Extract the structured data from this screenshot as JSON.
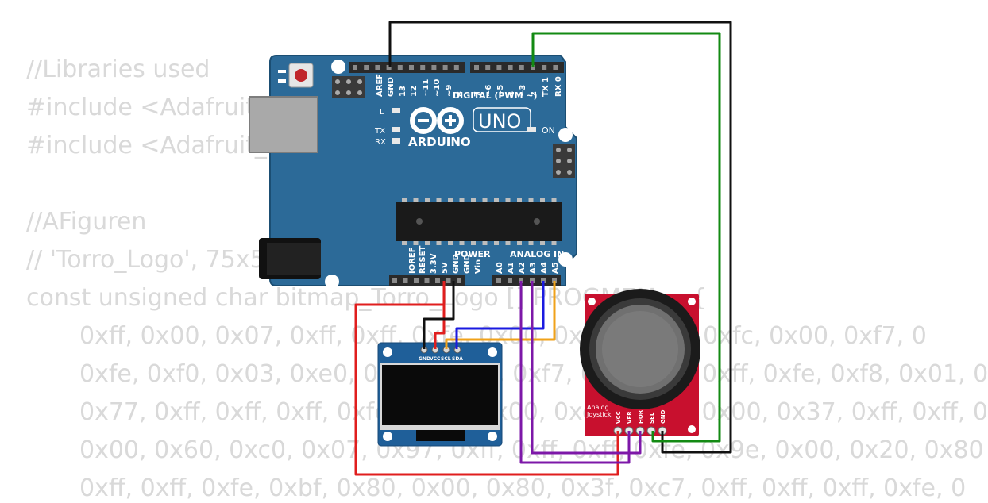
{
  "code_lines": [
    "//Libraries used",
    "#include <Adafruit_",
    "#include <Adafruit_S",
    "",
    "//AFiguren",
    "// 'Torro_Logo', 75x5",
    "const unsigned char bitmap_Torro_Logo [] PROGMEM = {",
    "0xff, 0x00, 0x07, 0xff, 0xff, 0xfe, 0x00, 0x00, 0x00, 0xfc, 0x00, 0xf7, 0",
    "0xfe, 0xf0, 0x03, 0xe0, 0x00, 0x00, 0xf7, 0xff, 0xff, 0xff, 0xfe, 0xf8, 0x01, 0",
    "0x77, 0xff, 0xff, 0xff, 0xfe, 0x00, 0x00, 0xe0, 0x00, 0x00, 0x37, 0xff, 0xff, 0",
    "0x00, 0x60, 0xc0, 0x07, 0x97, 0xff, 0xff, 0xff, 0xfe, 0x9e, 0x00, 0x20, 0x80",
    "0xff, 0xff, 0xfe, 0xbf, 0x80, 0x00, 0x80, 0x3f, 0xc7, 0xff, 0xff, 0xff, 0xfe, 0"
  ],
  "arduino": {
    "brand": "ARDUINO",
    "model": "UNO",
    "digital_label": "DIGITAL (PWM ~)",
    "on_label": "ON",
    "l_label": "L",
    "tx_label": "TX",
    "rx_label": "RX",
    "power_label": "POWER",
    "analog_label": "ANALOG IN",
    "digital_pins": [
      "AREF",
      "GND",
      "13",
      "12",
      "~11",
      "~10",
      "~9",
      "8",
      "7",
      "~6",
      "~5",
      "4",
      "~3",
      "2",
      "TX 1",
      "RX 0"
    ],
    "power_pins": [
      "IOREF",
      "RESET",
      "3.3V",
      "5V",
      "GND",
      "GND",
      "Vin"
    ],
    "analog_pins": [
      "A0",
      "A1",
      "A2",
      "A3",
      "A4",
      "A5"
    ],
    "board_color": "#2c6a98"
  },
  "oled": {
    "pins": [
      "GND",
      "VCC",
      "SCL",
      "SDA"
    ],
    "board_color": "#1f5f99"
  },
  "joystick": {
    "title_line1": "Analog",
    "title_line2": "Joystick",
    "pins": [
      "VCC",
      "VER",
      "HOR",
      "SEL",
      "GND"
    ],
    "board_color": "#c8102e"
  },
  "wire_colors": {
    "black": "#111111",
    "green": "#138a13",
    "red": "#e01e1e",
    "orange": "#f0a21a",
    "blue": "#1a1ae0",
    "purple": "#7d18a8"
  }
}
